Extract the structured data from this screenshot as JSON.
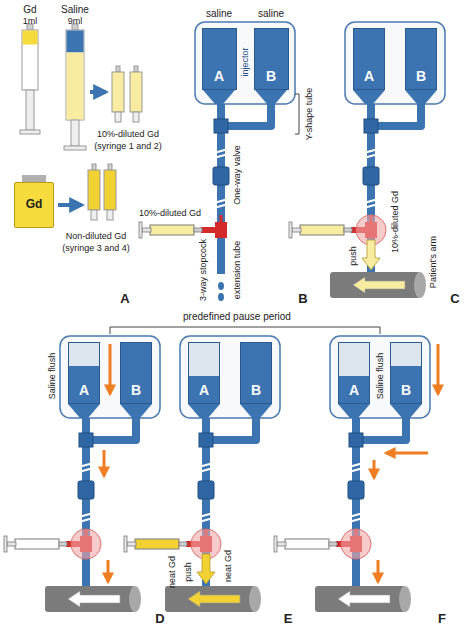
{
  "diagram": {
    "nodes": [
      {
        "text": [
          "Gd"
        ]
      },
      {
        "text": [
          "saline",
          "A"
        ]
      },
      {
        "text": [
          "saline",
          "B"
        ]
      },
      {
        "text": [
          "A"
        ]
      },
      {
        "text": [
          "B"
        ]
      },
      {
        "text": [
          "A"
        ]
      },
      {
        "text": [
          "B"
        ]
      },
      {
        "text": [
          "A"
        ]
      },
      {
        "text": [
          "B"
        ]
      },
      {
        "text": [
          "A"
        ]
      },
      {
        "text": [
          "B"
        ]
      }
    ],
    "labels": [
      "Gd",
      "1ml",
      "Saline",
      "9ml",
      "10%-diluted Gd",
      "(syringe 1 and 2)",
      "Non-diluted Gd",
      "(syringe 3 and 4)",
      "A",
      "injector",
      "Y-shape tube",
      "One-way valve",
      "10%-diluted Gd",
      "3-way stopcock",
      "extension tube",
      "B",
      "push",
      "10%-diluted Gd",
      "Patient's arm",
      "C",
      "predefined pause period",
      "Saline flush",
      "D",
      "neat Gd",
      "push",
      "neat Gd",
      "E",
      "Saline flush",
      "F"
    ]
  }
}
